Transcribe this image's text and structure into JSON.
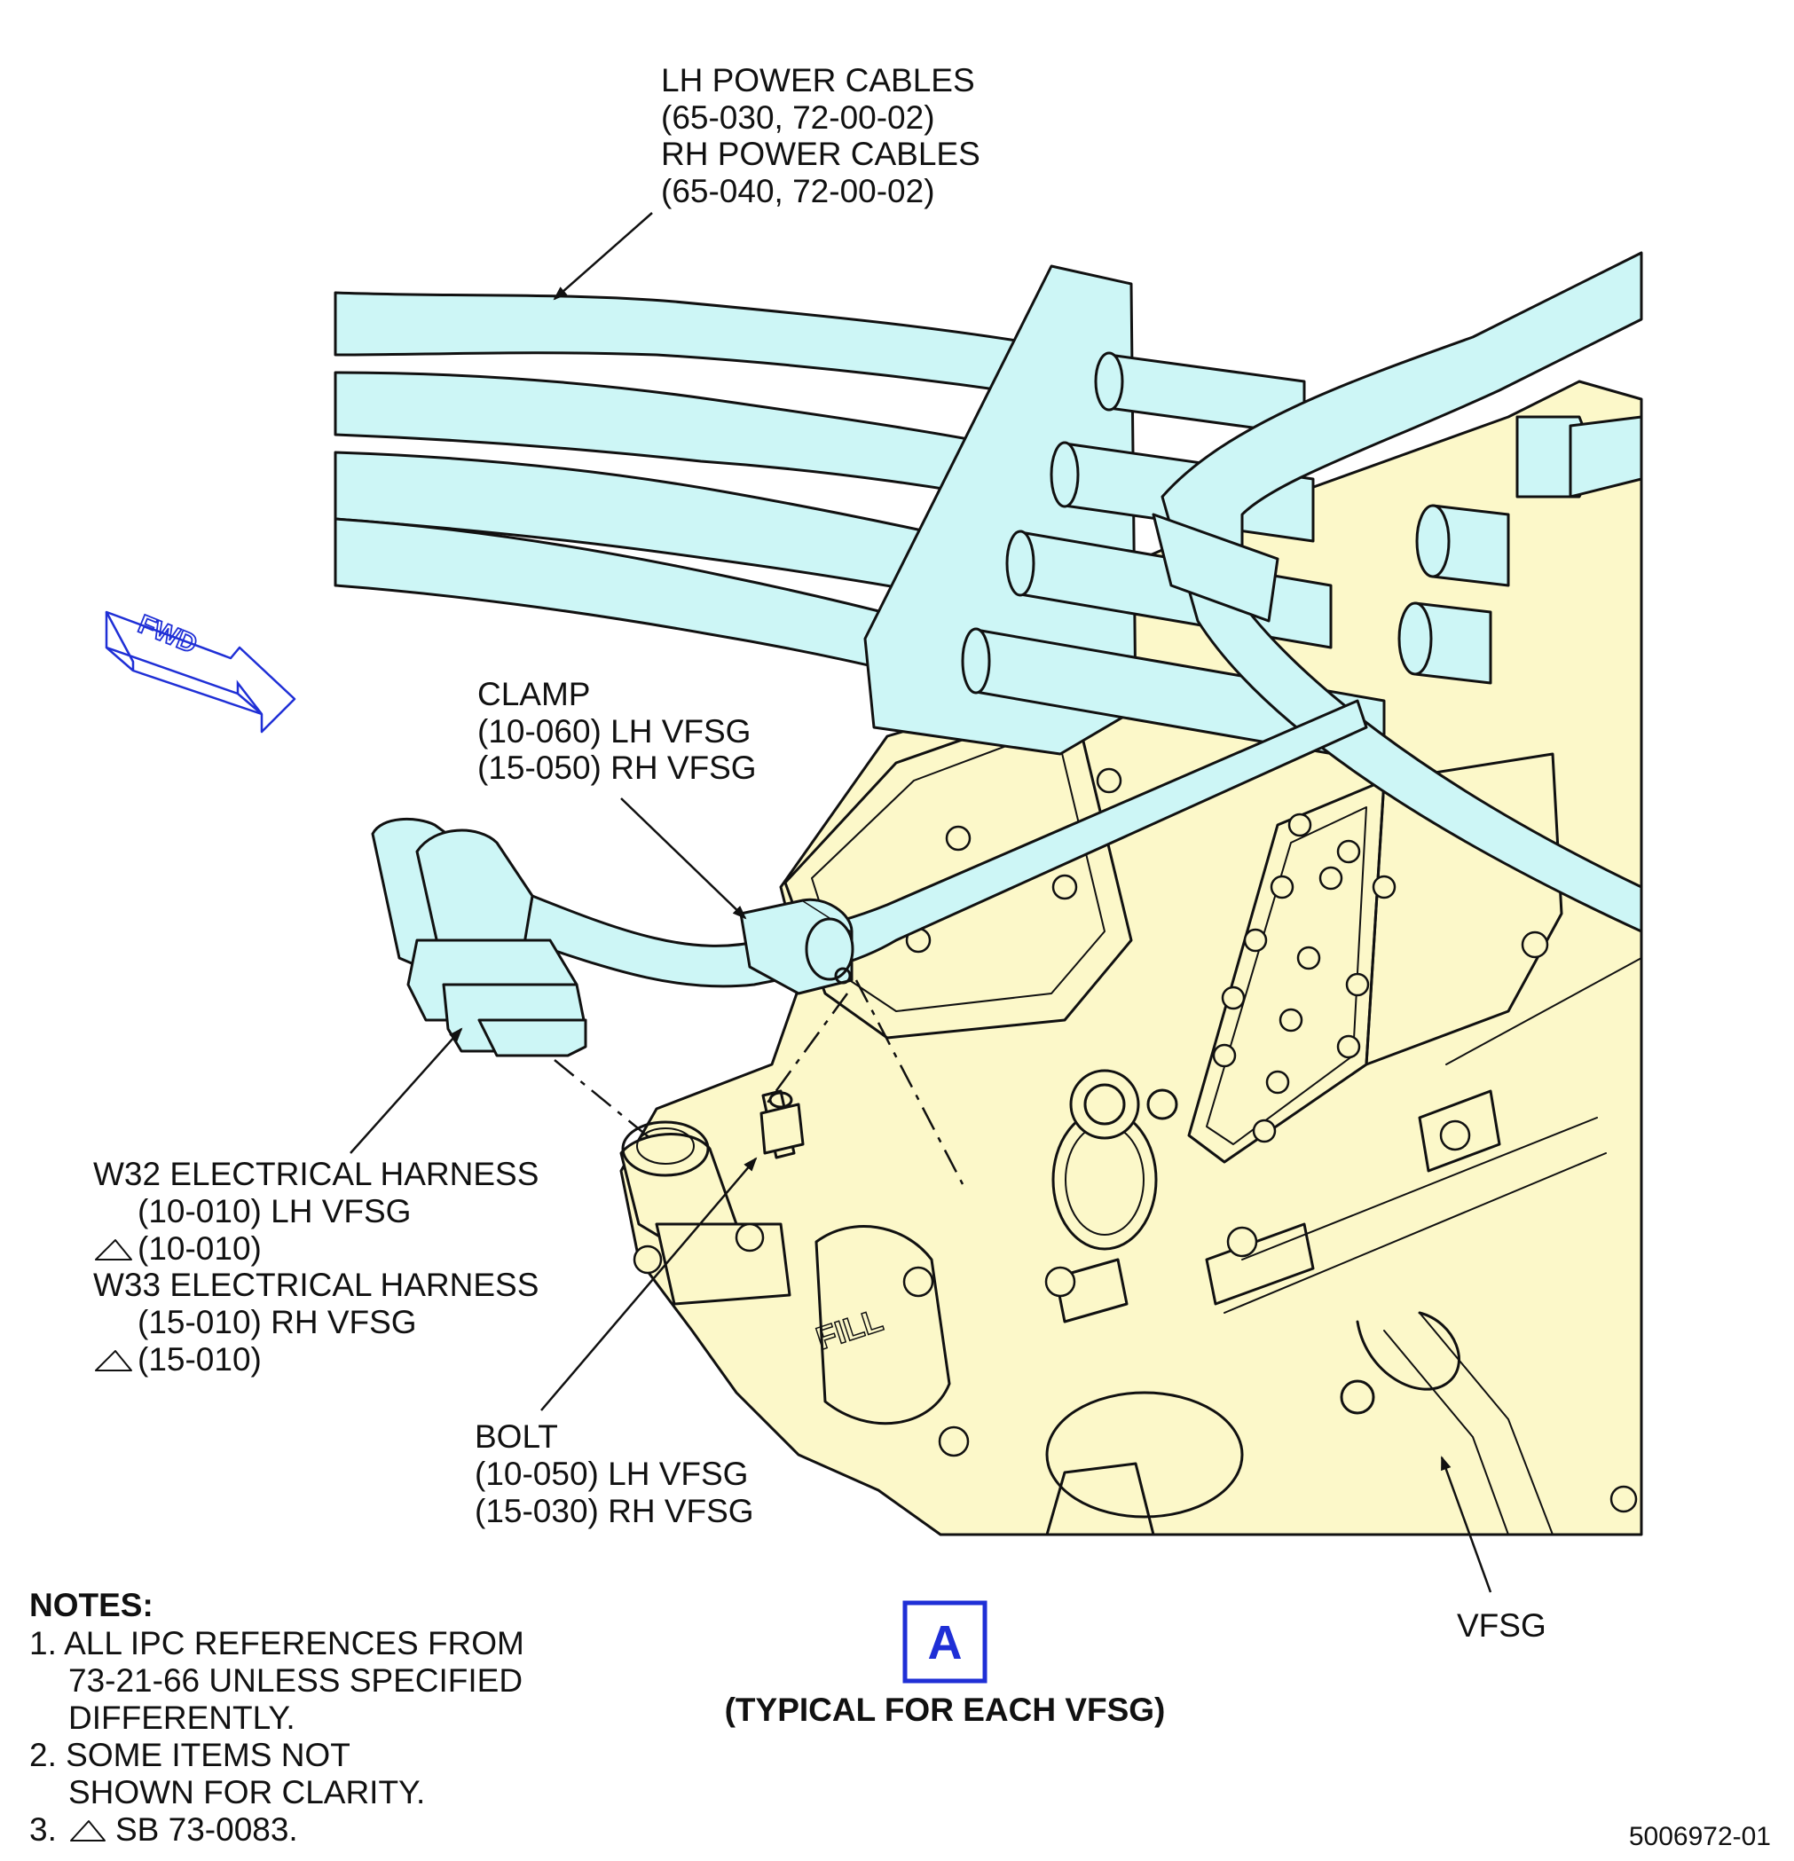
{
  "callouts": {
    "power_cables": [
      "LH POWER CABLES",
      "(65-030, 72-00-02)",
      "RH POWER CABLES",
      "(65-040, 72-00-02)"
    ],
    "clamp": [
      "CLAMP",
      "(10-060) LH VFSG",
      "(15-050) RH VFSG"
    ],
    "harness": [
      "W32 ELECTRICAL HARNESS",
      "(10-010) LH VFSG",
      "(10-010)",
      "W33 ELECTRICAL HARNESS",
      "(15-010) RH VFSG",
      "(15-010)"
    ],
    "bolt": [
      "BOLT",
      "(10-050) LH VFSG",
      "(15-030) RH VFSG"
    ],
    "vfsg": "VFSG"
  },
  "fwd_label": "FWD",
  "notes": {
    "heading": "NOTES:",
    "lines": [
      "1. ALL IPC REFERENCES FROM",
      "73-21-66 UNLESS SPECIFIED",
      "DIFFERENTLY.",
      "2. SOME ITEMS NOT",
      "SHOWN FOR CLARITY.",
      "3.",
      "SB 73-0083."
    ]
  },
  "view": {
    "letter": "A",
    "caption": "(TYPICAL FOR EACH VFSG)"
  },
  "figure_id": "5006972-01",
  "colors": {
    "cable_fill": "#cdf6f6",
    "body_fill": "#fcf8c9",
    "accent_blue": "#1f2fd6"
  }
}
